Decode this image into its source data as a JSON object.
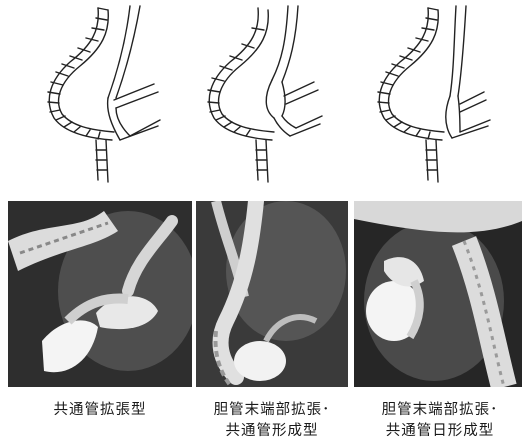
{
  "colors": {
    "ink": "#222222",
    "xray_dark": "#2e2e2e",
    "xray_mid": "#6a6a6a",
    "contrast_white": "#f4f4f4"
  },
  "panels": [
    {
      "diagram_icon": "bile-duct-anatomy-drawing",
      "image_icon": "cholangiogram-xray",
      "caption_lines": [
        "共通管拡張型"
      ]
    },
    {
      "diagram_icon": "bile-duct-anatomy-drawing",
      "image_icon": "cholangiogram-xray",
      "caption_lines": [
        "胆管末端部拡張･",
        "共通管形成型"
      ]
    },
    {
      "diagram_icon": "bile-duct-anatomy-drawing",
      "image_icon": "cholangiogram-xray",
      "caption_lines": [
        "胆管末端部拡張･",
        "共通管日形成型"
      ]
    }
  ]
}
